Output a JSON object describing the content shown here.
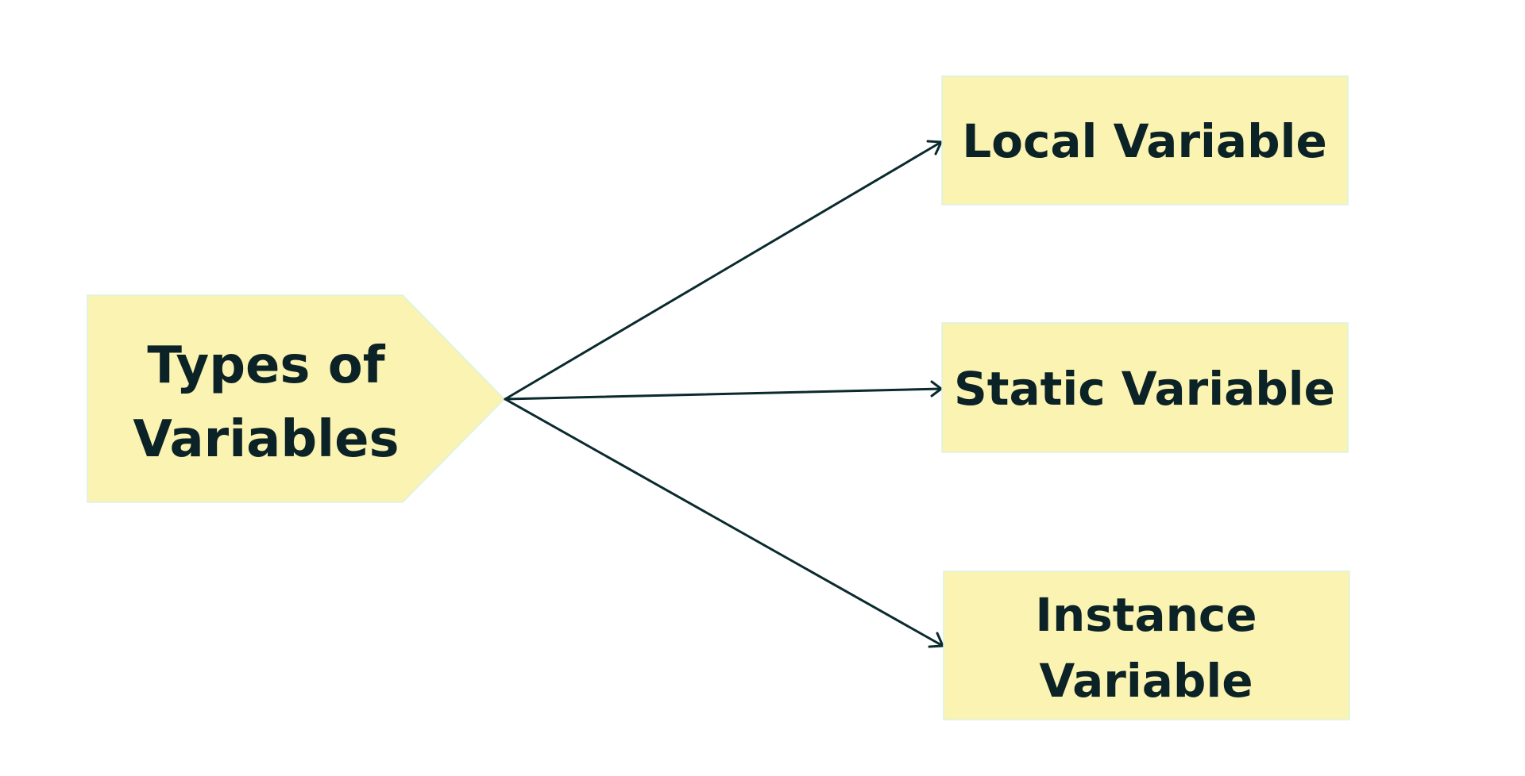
{
  "diagram": {
    "root": {
      "lines": [
        "Types of",
        "Variables"
      ]
    },
    "children": [
      {
        "lines": [
          "Local Variable"
        ]
      },
      {
        "lines": [
          "Static Variable"
        ]
      },
      {
        "lines": [
          "Instance",
          "Variable"
        ]
      }
    ]
  },
  "colors": {
    "box_fill": "#fbf3b2",
    "box_border": "#d9f3e3",
    "text": "#0b2226",
    "connector": "#0b2a2e",
    "background": "#ffffff"
  }
}
